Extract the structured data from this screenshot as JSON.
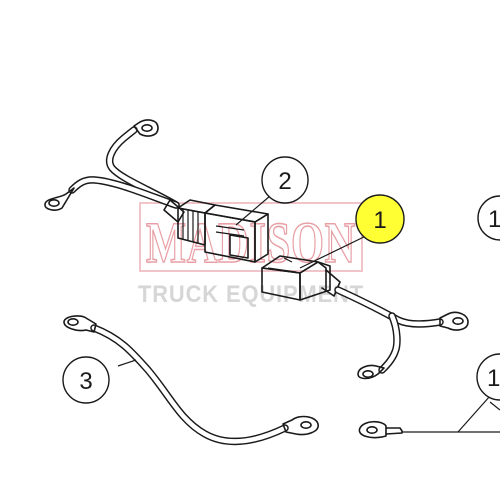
{
  "watermark": {
    "brand": "MADISON",
    "tagline": "TRUCK EQUIPMENT",
    "brand_color": "#e8a0a6",
    "tagline_color": "#d6d6d6"
  },
  "callouts": [
    {
      "id": "callout-2",
      "label": "2",
      "highlight": false
    },
    {
      "id": "callout-1-highlighted",
      "label": "1",
      "highlight": true,
      "fill": "#ffff33"
    },
    {
      "id": "callout-3",
      "label": "3",
      "highlight": false
    },
    {
      "id": "callout-1-right-upper",
      "label": "1",
      "highlight": false
    },
    {
      "id": "callout-1-right-lower",
      "label": "1",
      "highlight": false
    }
  ]
}
